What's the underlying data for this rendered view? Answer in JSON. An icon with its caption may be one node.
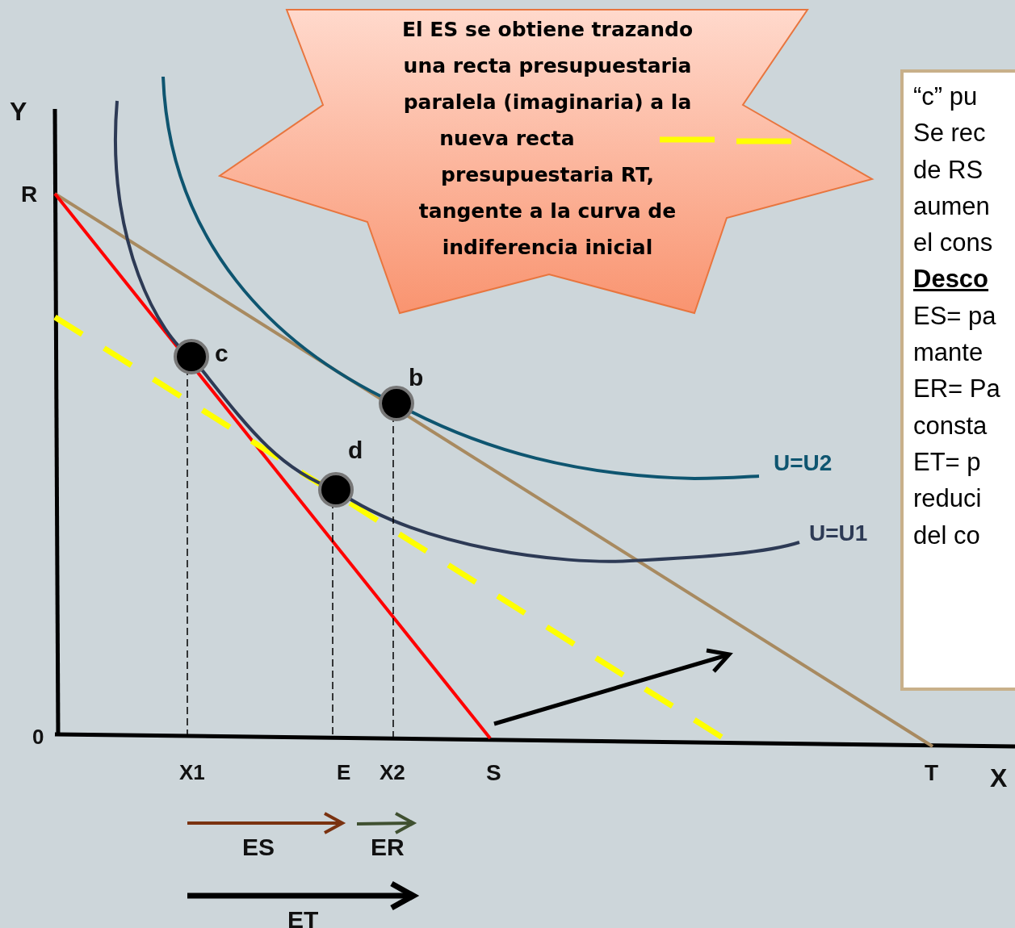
{
  "diagram": {
    "nodes": [
      {
        "text": [
          "El ES se obtiene trazando una recta presupuestaria paralela (imaginaria) a la nueva recta presupuestaria RT, tangente a la curva de indiferencia inicial"
        ]
      },
      {
        "text": [
          "“c” pu",
          "Se rec",
          "de RS",
          "aumen",
          "el cons",
          "Desco",
          "ES= pa",
          "mante",
          "ER= Pa",
          "consta",
          "ET= p",
          "reduci",
          "del co"
        ]
      }
    ],
    "labels": [
      "Y",
      "R",
      "c",
      "b",
      "d",
      "U=U2",
      "U=U1",
      "0",
      "X1",
      "E",
      "X2",
      "S",
      "T",
      "X",
      "ES",
      "ER",
      "ET"
    ]
  }
}
